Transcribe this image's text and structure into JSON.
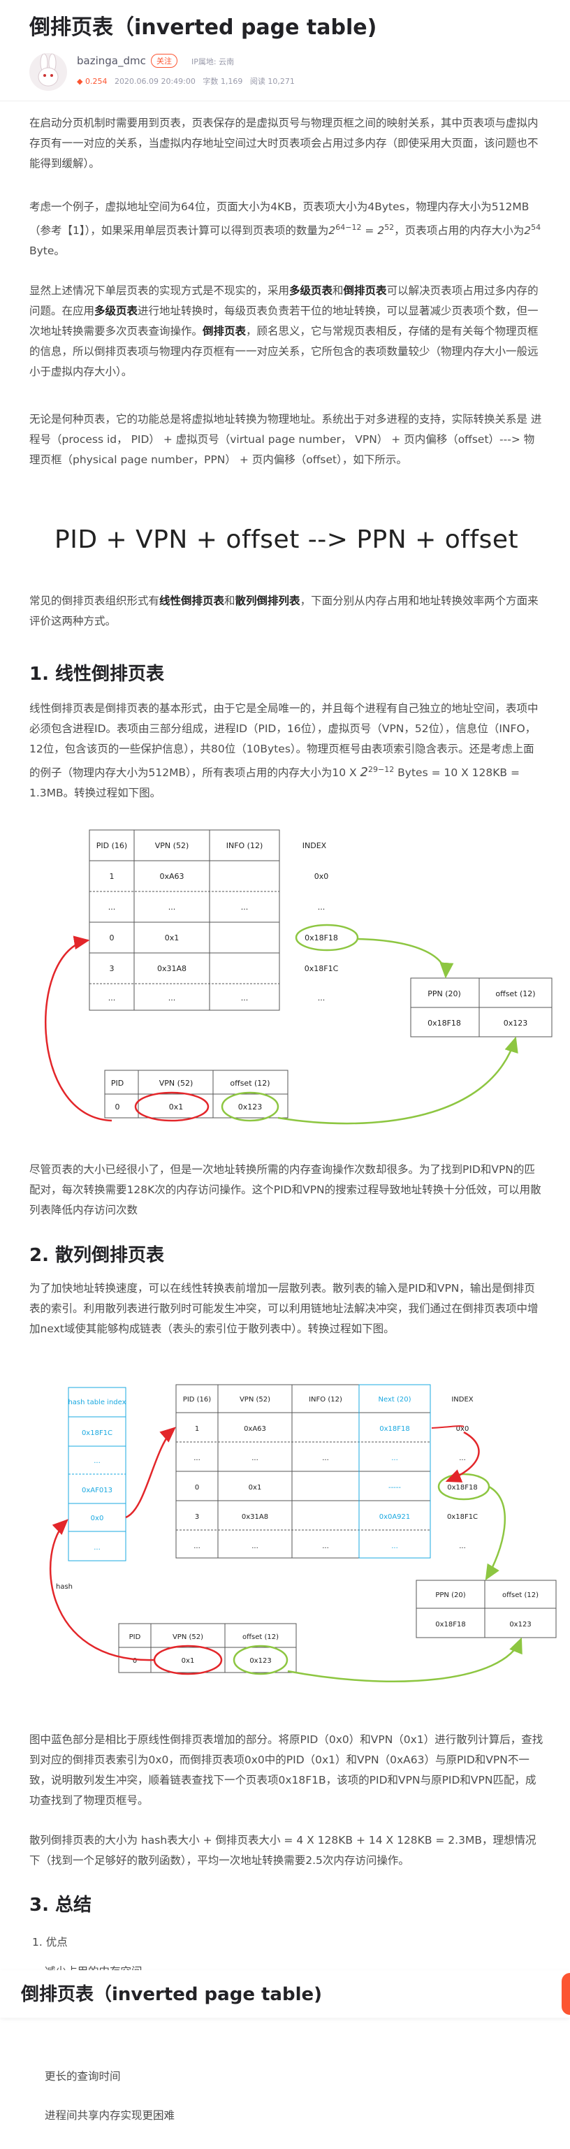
{
  "article": {
    "title": "倒排页表（inverted page table)",
    "author": "bazinga_dmc",
    "follow_label": "关注",
    "ip_label": "IP属地: 云南",
    "points": "0.254",
    "date": "2020.06.09 20:49:00",
    "words": "字数 1,169",
    "reads": "阅读 10,271"
  },
  "intro": {
    "p1": "在启动分页机制时需要用到页表，页表保存的是虚拟页号与物理页框之间的映射关系，其中页表项与虚拟内存页有一一对应的关系，当虚拟内存地址空间过大时页表项会占用过多内存（即使采用大页面，该问题也不能得到缓解）。",
    "p2a": "考虑一个例子，虚拟地址空间为64位，页面大小为4KB，页表项大小为4Bytes，物理内存大小为512MB（参考【1】），如果采用单层页表计算可以得到页表项的数量为",
    "p2_exp1": "2",
    "p2_exp1_sup": "64−12",
    "p2_eq": " = ",
    "p2_exp2": "2",
    "p2_exp2_sup": "52",
    "p2b": "，页表项占用的内存大小为",
    "p2_exp3": "2",
    "p2_exp3_sup": "54",
    "p2c": " Byte。",
    "p3a": "显然上述情况下单层页表的实现方式是不现实的，采用",
    "p3_b1": "多级页表",
    "p3_and": "和",
    "p3_b2": "倒排页表",
    "p3b": "可以解决页表项占用过多内存的问题。在应用",
    "p3_b3": "多级页表",
    "p3c": "进行地址转换时，每级页表负责若干位的地址转换，可以显著减少页表项个数，但一次地址转换需要多次页表查询操作。",
    "p3_b4": "倒排页表",
    "p3d": "，顾名思义，它与常规页表相反，存储的是有关每个物理页框的信息，所以倒排页表项与物理内存页框有一一对应关系，它所包含的表项数量较少（物理内存大小一般远小于虚拟内存大小）。",
    "p4": "无论是何种页表，它的功能总是将虚拟地址转换为物理地址。系统出于对多进程的支持，实际转换关系是 进程号（process id， PID） + 虚拟页号（virtual page number， VPN） + 页内偏移（offset）---> 物理页框（physical page number，PPN） + 页内偏移（offset），如下所示。",
    "formula": "PID + VPN + offset   -->  PPN + offset",
    "p5a": "常见的倒排页表组织形式有",
    "p5_b1": "线性倒排页表",
    "p5_and": "和",
    "p5_b2": "散列倒排列表",
    "p5b": "，下面分别从内存占用和地址转换效率两个方面来评价这两种方式。"
  },
  "section1": {
    "heading": "1. 线性倒排页表",
    "p1a": "线性倒排页表是倒排页表的基本形式，由于它是全局唯一的，并且每个进程有自己独立的地址空间，表项中必须包含进程ID。表项由三部分组成，进程ID（PID，16位），虚拟页号（VPN，52位），信息位（INFO，12位，包含该页的一些保护信息），共80位（10Bytes）。物理页框号由表项索引隐含表示。还是考虑上面的例子（物理内存大小为512MB），所有表项占用的内存大小为10 X ",
    "p1_exp": "2",
    "p1_exp_sup": "29−12",
    "p1b": " Bytes = 10 X 128KB = 1.3MB。转换过程如下图。",
    "p2": "尽管页表的大小已经很小了，但是一次地址转换所需的内存查询操作次数却很多。为了找到PID和VPN的匹配对，每次转换需要128K次的内存访问操作。这个PID和VPN的搜索过程导致地址转换十分低效，可以用散列表降低内存访问次数"
  },
  "fig1": {
    "headers": [
      "PID (16)",
      "VPN (52)",
      "INFO (12)"
    ],
    "index_header": "INDEX",
    "rows": [
      [
        "1",
        "0xA63",
        ""
      ],
      [
        "...",
        "...",
        "..."
      ],
      [
        "0",
        "0x1",
        ""
      ],
      [
        "3",
        "0x31A8",
        ""
      ],
      [
        "...",
        "...",
        "..."
      ]
    ],
    "index_values": [
      "0x0",
      "...",
      "0x18F18",
      "0x18F1C",
      "..."
    ],
    "query_headers": [
      "PID",
      "VPN (52)",
      "offset (12)"
    ],
    "query_values": [
      "0",
      "0x1",
      "0x123"
    ],
    "result_headers": [
      "PPN (20)",
      "offset (12)"
    ],
    "result_values": [
      "0x18F18",
      "0x123"
    ]
  },
  "section2": {
    "heading": "2. 散列倒排页表",
    "p1": "为了加快地址转换速度，可以在线性转换表前增加一层散列表。散列表的输入是PID和VPN，输出是倒排页表的索引。利用散列表进行散列时可能发生冲突，可以利用链地址法解决冲突，我们通过在倒排页表项中增加next域使其能够构成链表（表头的索引位于散列表中）。转换过程如下图。",
    "p2": "图中蓝色部分是相比于原线性倒排页表增加的部分。将原PID（0x0）和VPN（0x1）进行散列计算后，查找到对应的倒排页表索引为0x0，而倒排页表项0x0中的PID（0x1）和VPN（0xA63）与原PID和VPN不一致，说明散列发生冲突，顺着链表查找下一个页表项0x18F1B，该项的PID和VPN与原PID和VPN匹配，成功查找到了物理页框号。",
    "p3": "散列倒排页表的大小为 hash表大小 + 倒排页表大小 = 4 X 128KB + 14 X 128KB = 2.3MB，理想情况下（找到一个足够好的散列函数），平均一次地址转换需要2.5次内存访问操作。"
  },
  "fig2": {
    "hash_header": "hash table index",
    "hash_values": [
      "0x18F1C",
      "...",
      "0xAF013",
      "0x0",
      "..."
    ],
    "headers": [
      "PID (16)",
      "VPN (52)",
      "INFO (12)",
      "Next (20)"
    ],
    "index_header": "INDEX",
    "rows": [
      [
        "1",
        "0xA63",
        "",
        "0x18F18"
      ],
      [
        "...",
        "...",
        "...",
        "..."
      ],
      [
        "0",
        "0x1",
        "",
        "-----"
      ],
      [
        "3",
        "0x31A8",
        "",
        "0x0A921"
      ],
      [
        "...",
        "...",
        "...",
        "..."
      ]
    ],
    "index_values": [
      "0x0",
      "...",
      "0x18F18",
      "0x18F1C",
      "..."
    ],
    "hash_label": "hash",
    "query_headers": [
      "PID",
      "VPN (52)",
      "offset (12)"
    ],
    "query_values": [
      "0",
      "0x1",
      "0x123"
    ],
    "result_headers": [
      "PPN (20)",
      "offset (12)"
    ],
    "result_values": [
      "0x18F18",
      "0x123"
    ]
  },
  "section3": {
    "heading": "3. 总结",
    "item1": "1. 优点",
    "pro1": "减少占用的内存空间",
    "con1": "更长的查询时间",
    "con2": "进程间共享内存实现更困难"
  },
  "sticky": {
    "title": "倒排页表（inverted page table)"
  },
  "colors": {
    "red": "#e3262a",
    "green": "#8dc641",
    "blue": "#1aa8e0",
    "accent": "#fc5531"
  }
}
